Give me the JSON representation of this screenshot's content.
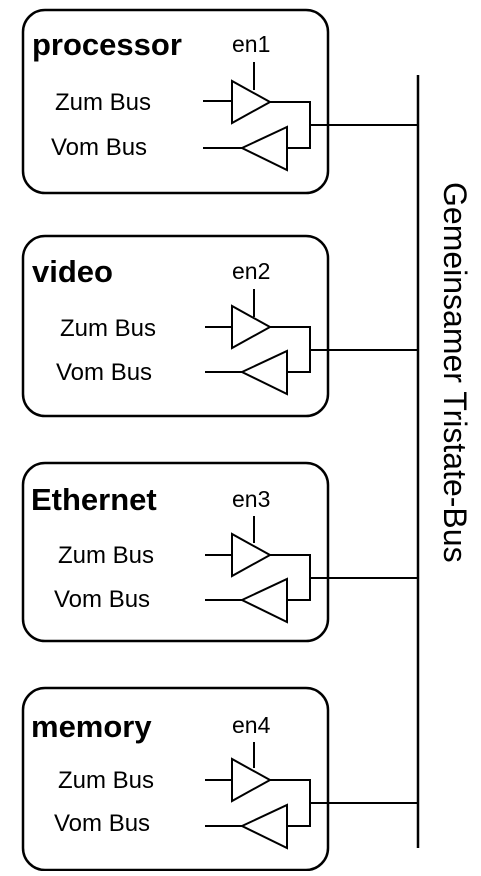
{
  "modules": [
    {
      "id": "processor",
      "title": "processor",
      "enable": "en1",
      "out_label": "Zum Bus",
      "in_label": "Vom Bus"
    },
    {
      "id": "video",
      "title": "video",
      "enable": "en2",
      "out_label": "Zum Bus",
      "in_label": "Vom Bus"
    },
    {
      "id": "ethernet",
      "title": "Ethernet",
      "enable": "en3",
      "out_label": "Zum Bus",
      "in_label": "Vom Bus"
    },
    {
      "id": "memory",
      "title": "memory",
      "enable": "en4",
      "out_label": "Zum Bus",
      "in_label": "Vom Bus"
    }
  ],
  "bus_label": "Gemeinsamer Tristate-Bus"
}
